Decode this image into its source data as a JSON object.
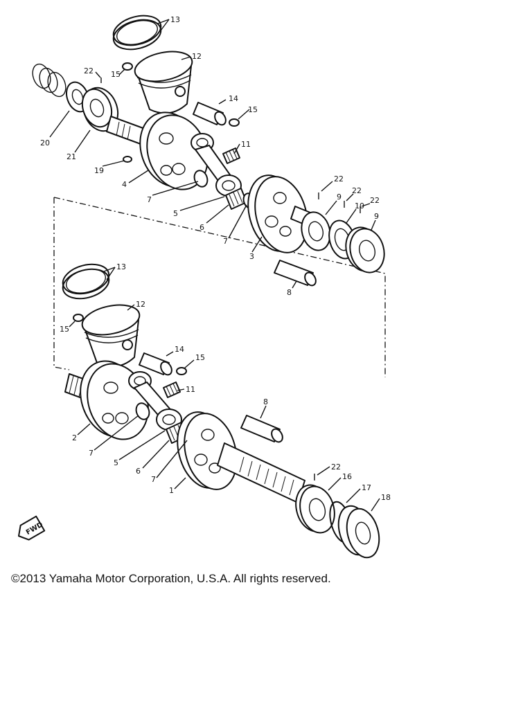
{
  "labels": {
    "upper": {
      "p13": "13",
      "p12": "12",
      "p22a": "22",
      "p15a": "15",
      "p14": "14",
      "p15b": "15",
      "p20": "20",
      "p21": "21",
      "p19": "19",
      "p11": "11",
      "p4": "4",
      "p7a": "7",
      "p5": "5",
      "p6": "6",
      "p7b": "7",
      "p3": "3",
      "p22b": "22",
      "p9a": "9",
      "p22c": "22",
      "p10": "10",
      "p22d": "22",
      "p9b": "9",
      "p8": "8"
    },
    "lower": {
      "p13": "13",
      "p12": "12",
      "p15a": "15",
      "p14": "14",
      "p15b": "15",
      "p11": "11",
      "p8": "8",
      "p2": "2",
      "p7a": "7",
      "p5": "5",
      "p6": "6",
      "p7b": "7",
      "p1": "1",
      "p22": "22",
      "p16": "16",
      "p17": "17",
      "p18": "18"
    }
  },
  "front_marker": "FWD",
  "copyright": "©2013 Yamaha Motor Corporation, U.S.A. All rights reserved."
}
